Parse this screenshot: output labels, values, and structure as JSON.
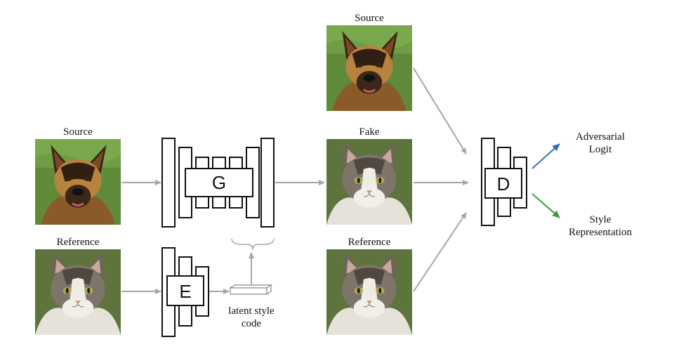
{
  "labels": {
    "source_left": "Source",
    "reference_left": "Reference",
    "source_top": "Source",
    "fake": "Fake",
    "reference_right": "Reference",
    "adversarial_line1": "Adversarial",
    "adversarial_line2": "Logit",
    "style_line1": "Style",
    "style_line2": "Representation",
    "latent_line1": "latent style",
    "latent_line2": "code"
  },
  "blocks": {
    "generator": "G",
    "encoder": "E",
    "discriminator": "D"
  },
  "colors": {
    "arrow_gray": "#a6a6a6",
    "arrow_blue": "#2e6fbd",
    "arrow_green": "#3f9a3a",
    "block_stroke": "#111111"
  },
  "images": {
    "dog": "german-shepherd-dog-photo",
    "cat": "long-haired-tabby-white-cat-photo"
  }
}
